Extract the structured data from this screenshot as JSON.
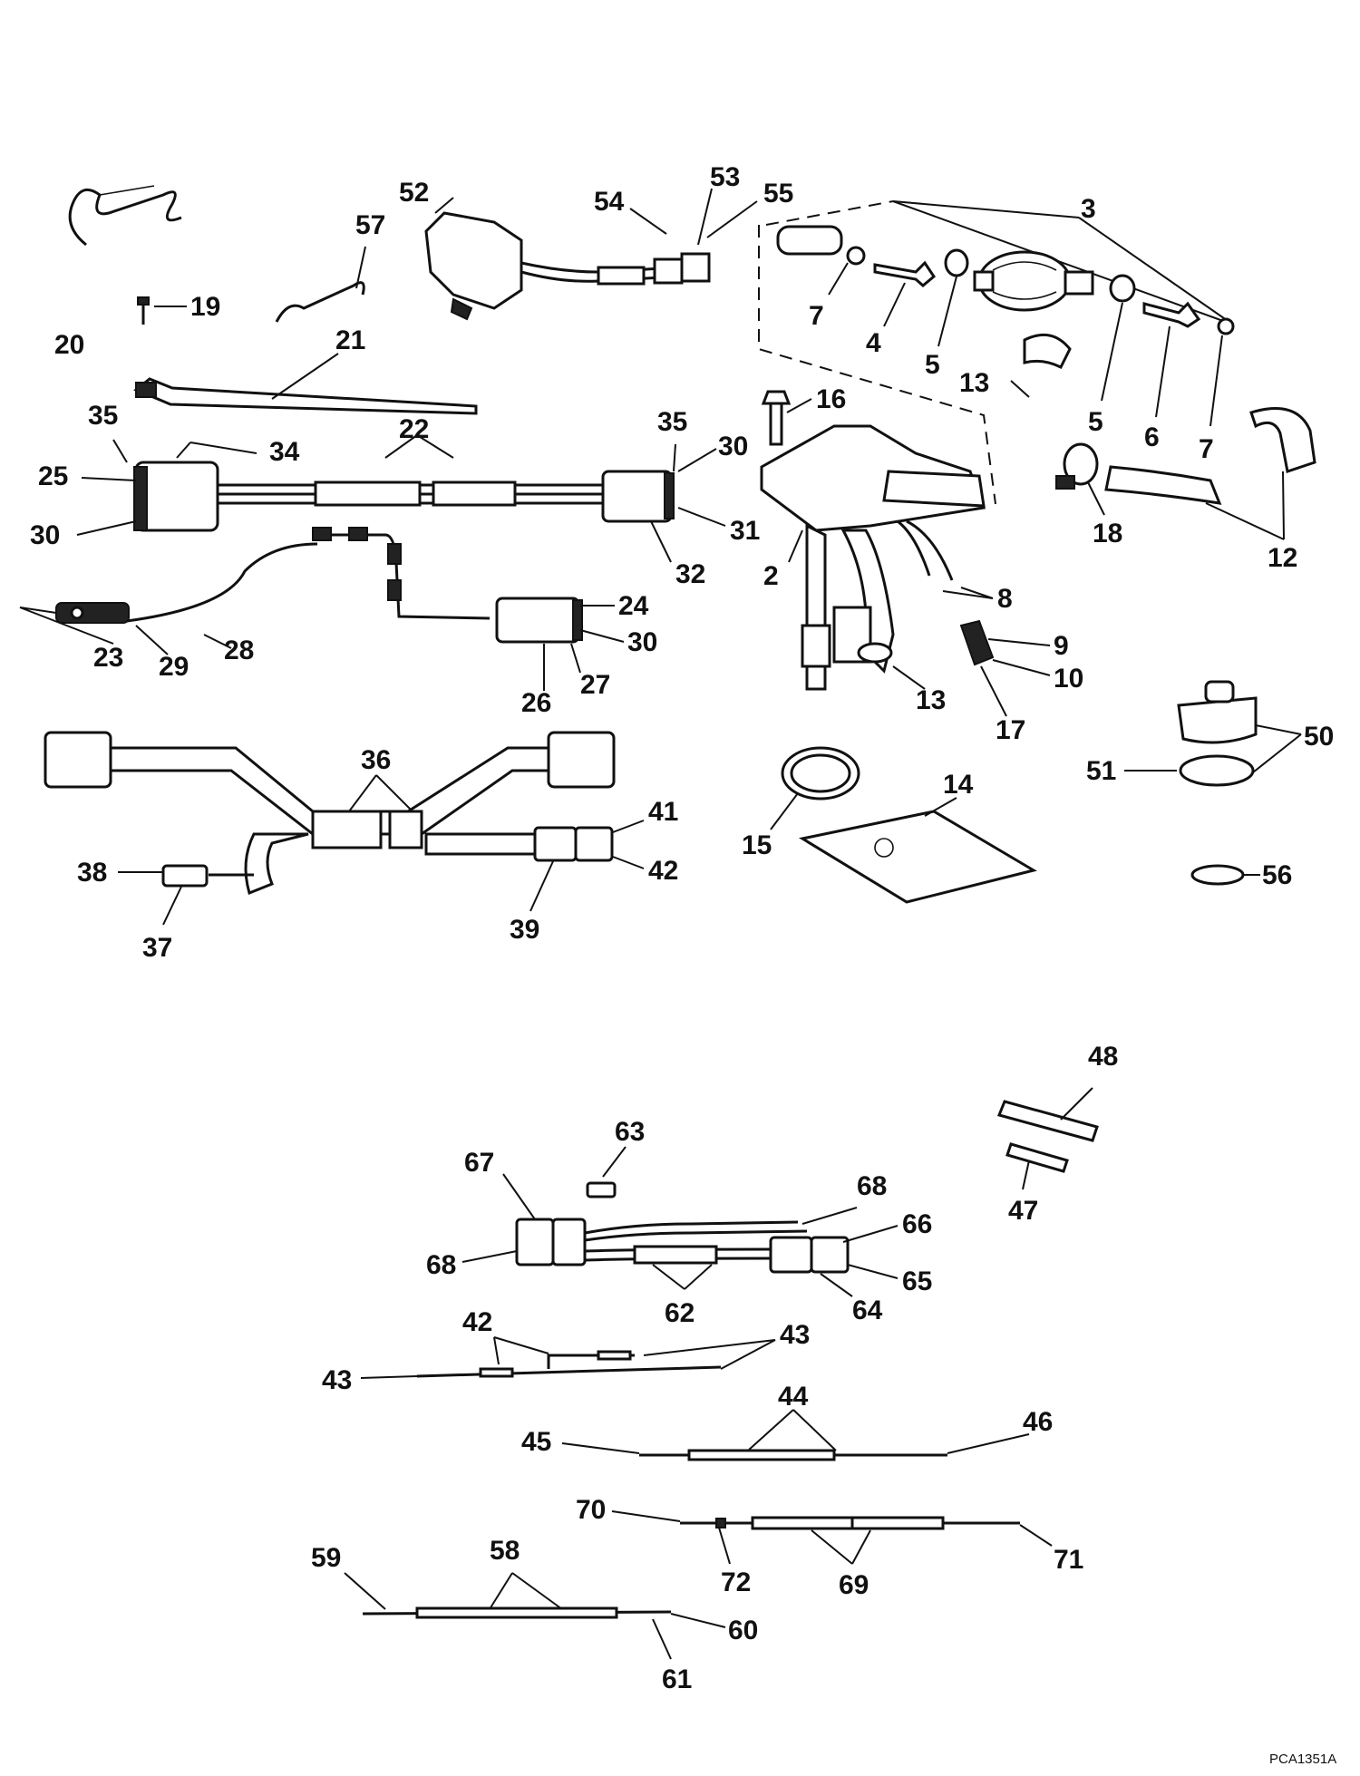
{
  "drawing_ref": "PCA1351A",
  "callouts": {
    "c3": "3",
    "c7a": "7",
    "c4": "4",
    "c5a": "5",
    "c13a": "13",
    "c5b": "5",
    "c6": "6",
    "c7b": "7",
    "c52": "52",
    "c54": "54",
    "c53": "53",
    "c55": "55",
    "c57": "57",
    "c19": "19",
    "c20": "20",
    "c21": "21",
    "c35a": "35",
    "c34": "34",
    "c25": "25",
    "c30a": "30",
    "c22": "22",
    "c35b": "35",
    "c30b": "30",
    "c31": "31",
    "c32": "32",
    "c24": "24",
    "c30c": "30",
    "c27": "27",
    "c26": "26",
    "c23": "23",
    "c29": "29",
    "c28": "28",
    "c16": "16",
    "c2": "2",
    "c8": "8",
    "c9": "9",
    "c10": "10",
    "c17": "17",
    "c13b": "13",
    "c18": "18",
    "c12": "12",
    "c50": "50",
    "c51": "51",
    "c56": "56",
    "c14": "14",
    "c15": "15",
    "c36": "36",
    "c41": "41",
    "c42a": "42",
    "c38": "38",
    "c37": "37",
    "c39": "39",
    "c48": "48",
    "c47": "47",
    "c63": "63",
    "c67": "67",
    "c68a": "68",
    "c68b": "68",
    "c66": "66",
    "c65": "65",
    "c64": "64",
    "c62": "62",
    "c42b": "42",
    "c43a": "43",
    "c43b": "43",
    "c44": "44",
    "c45": "45",
    "c46": "46",
    "c70": "70",
    "c72": "72",
    "c69": "69",
    "c71": "71",
    "c59": "59",
    "c58": "58",
    "c60": "60",
    "c61": "61"
  }
}
